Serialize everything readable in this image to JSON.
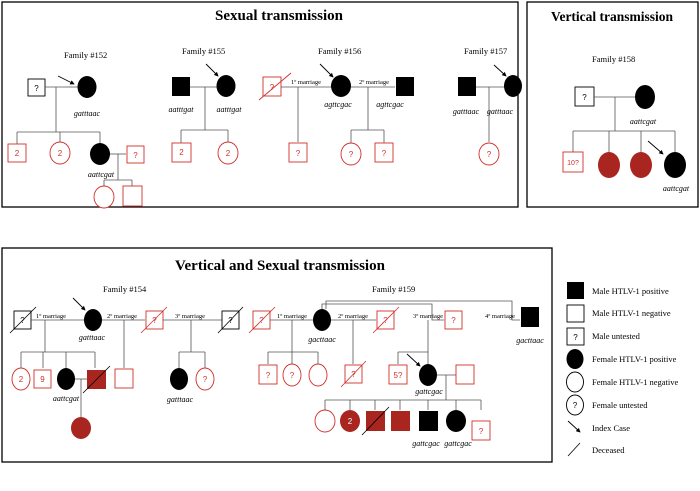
{
  "colors": {
    "positive": "#000000",
    "red_negative": "#d0302b",
    "red_fill": "#a8261f",
    "line": "#555555"
  },
  "sections": {
    "sexual_title": "Sexual transmission",
    "vertical_title": "Vertical transmission",
    "combined_title": "Vertical and Sexual transmission"
  },
  "families": {
    "f152": "Family #152",
    "f155": "Family #155",
    "f156": "Family #156",
    "f157": "Family #157",
    "f158": "Family #158",
    "f154": "Family #154",
    "f159": "Family #159"
  },
  "marriages": {
    "first": "1º marriage",
    "second": "2º marriage",
    "third": "3º marriage",
    "fourth": "4º marriage"
  },
  "genotypes": {
    "f152_mother": "gatttaac",
    "f152_child": "aattcgat",
    "f155_father": "aatttgat",
    "f155_mother": "aatttgat",
    "f156_mother": "agttcgac",
    "f156_husband2": "agttcgac",
    "f157_father": "gatttaac",
    "f157_mother": "gatttaac",
    "f158_mother": "aattcgat",
    "f158_child": "aattcgat",
    "f154_mother": "gatttaac",
    "f154_child": "aattcgat",
    "f154_child3": "gatttaac",
    "f159_mother": "gacttaac",
    "f159_husband4": "gacttaac",
    "f159_daughter": "gattcgac",
    "f159_gc1": "gattcgac",
    "f159_gc2": "gattcgac"
  },
  "individual_labels": {
    "q": "?",
    "two": "2",
    "nine": "9",
    "ten_q": "10?",
    "five_q": "5?"
  },
  "legend": {
    "male_pos": "Male HTLV-1 positive",
    "male_neg": "Male HTLV-1 negative",
    "male_untested": "Male untested",
    "female_pos": "Female HTLV-1 positive",
    "female_neg": "Female HTLV-1 negative",
    "female_untested": "Female untested",
    "index": "Index Case",
    "deceased": "Deceased"
  }
}
